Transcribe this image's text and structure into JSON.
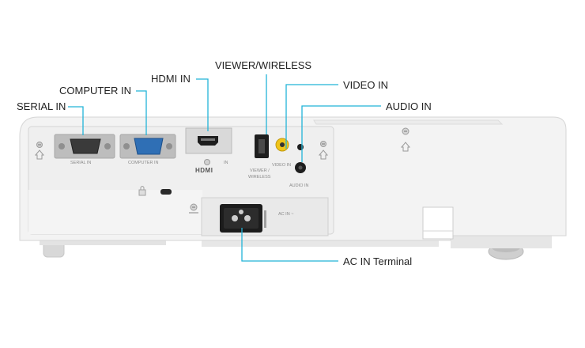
{
  "callouts": {
    "serial_in": "SERIAL IN",
    "computer_in": "COMPUTER IN",
    "hdmi_in": "HDMI IN",
    "viewer_wireless": "VIEWER/WIRELESS",
    "video_in": "VIDEO IN",
    "audio_in": "AUDIO IN",
    "ac_in_terminal": "AC IN Terminal"
  },
  "panel_labels": {
    "serial_in": "SERIAL IN",
    "computer_in": "COMPUTER IN",
    "hdmi_logo": "HDMI",
    "hdmi_in": "IN",
    "viewer_line1": "VIEWER /",
    "viewer_line2": "WIRELESS",
    "video_in": "VIDEO IN",
    "audio_in": "AUDIO IN",
    "ac_in": "AC IN ~"
  },
  "colors": {
    "leader_line": "#22b4d8",
    "body": "#f4f4f4",
    "vga_port": "#2f6fb5",
    "video_rca": "#f0c419"
  },
  "icons": [
    "lock-icon",
    "kensington-slot-icon",
    "screw-icon",
    "home-icon"
  ]
}
